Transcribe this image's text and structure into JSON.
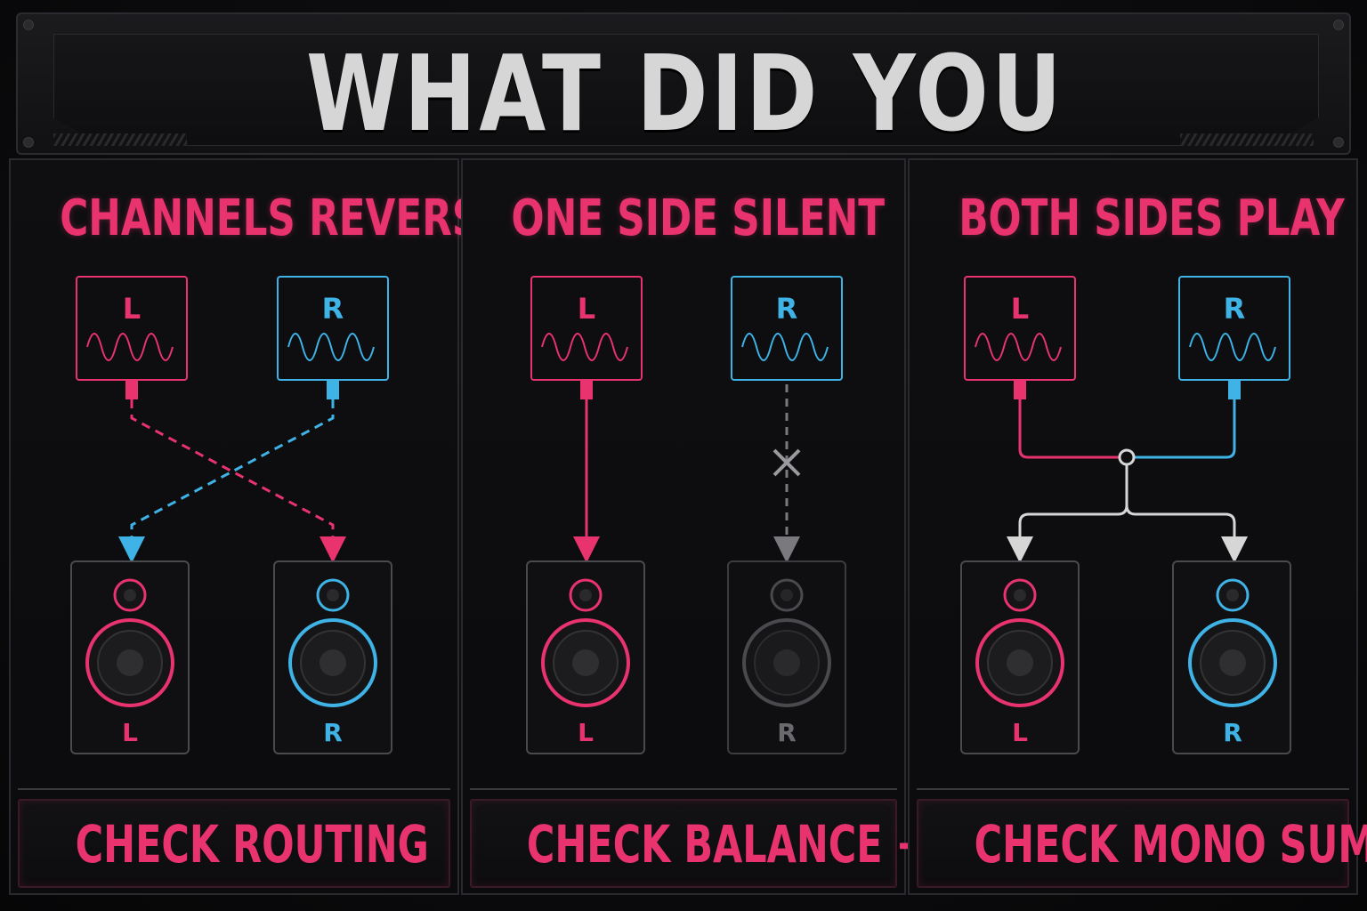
{
  "title": "WHAT DID YOU HEAR?",
  "colors": {
    "pink": "#e8336f",
    "blue": "#3fb2e6",
    "gray": "#7a7a7e",
    "white": "#d6d6d6"
  },
  "panels": [
    {
      "title": "CHANNELS REVERSED",
      "action": "CHECK ROUTING",
      "source_left": "L",
      "source_right": "R",
      "speaker_left": "L",
      "speaker_right": "R"
    },
    {
      "title": "ONE SIDE SILENT",
      "action": "CHECK BALANCE + CABLE",
      "source_left": "L",
      "source_right": "R",
      "speaker_left": "L",
      "speaker_right": "R"
    },
    {
      "title": "BOTH SIDES PLAY",
      "action": "CHECK MONO SUM",
      "source_left": "L",
      "source_right": "R",
      "speaker_left": "L",
      "speaker_right": "R"
    }
  ]
}
